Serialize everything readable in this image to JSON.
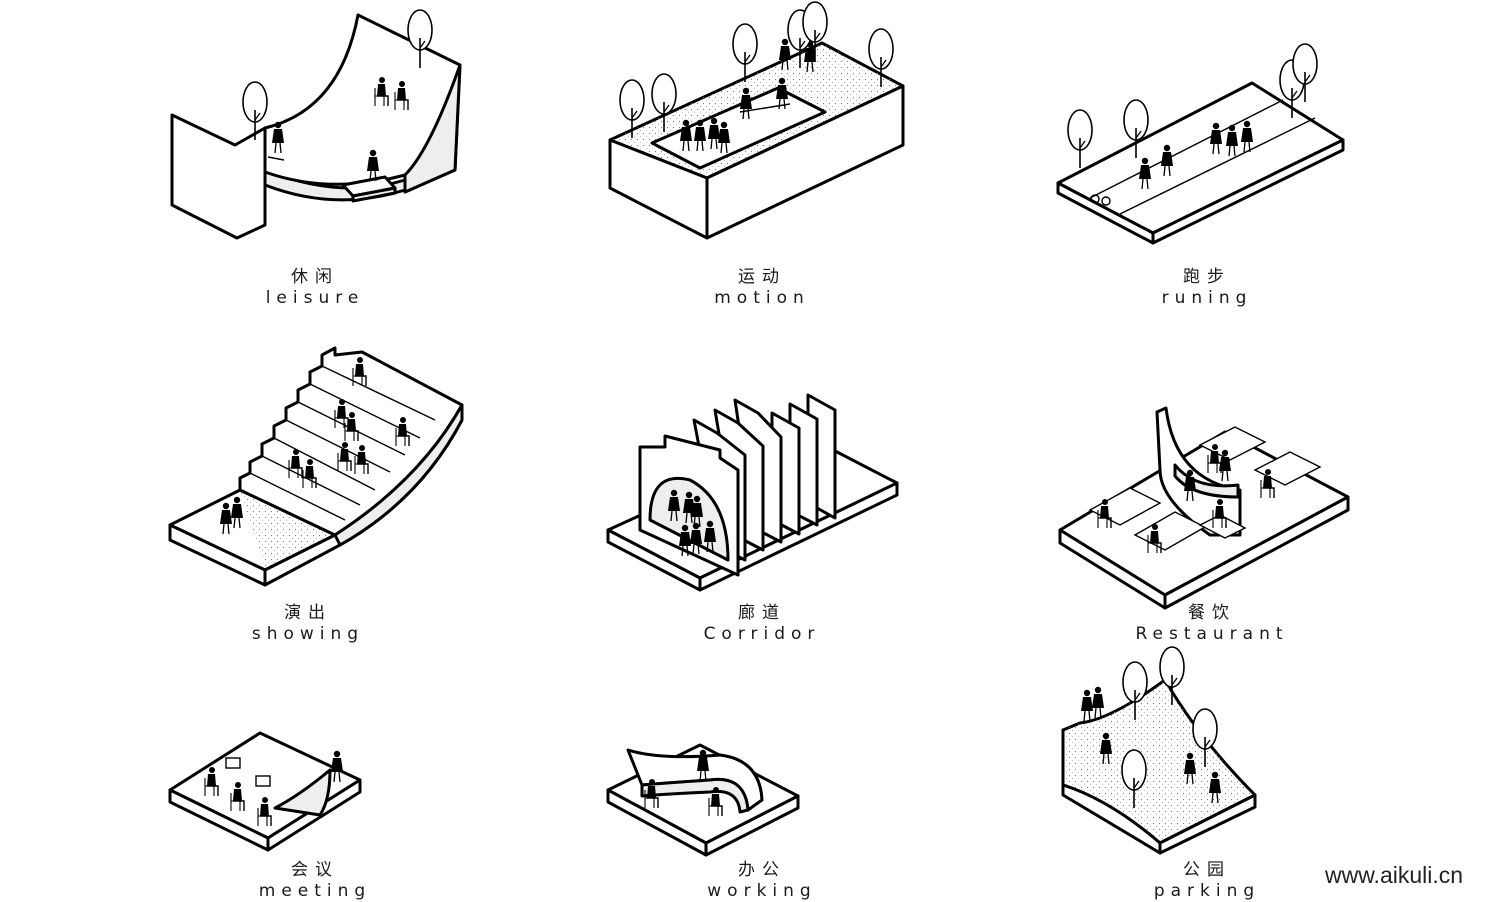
{
  "panels": [
    {
      "zh": "休闲",
      "en": "leisure"
    },
    {
      "zh": "运动",
      "en": "motion"
    },
    {
      "zh": "跑步",
      "en": "runing"
    },
    {
      "zh": "演出",
      "en": "showing"
    },
    {
      "zh": "廊道",
      "en": "Corridor"
    },
    {
      "zh": "餐饮",
      "en": "Restaurant"
    },
    {
      "zh": "会议",
      "en": "meeting"
    },
    {
      "zh": "办公",
      "en": "working"
    },
    {
      "zh": "公园",
      "en": "parking"
    }
  ],
  "watermark": "www.aikuli.cn"
}
